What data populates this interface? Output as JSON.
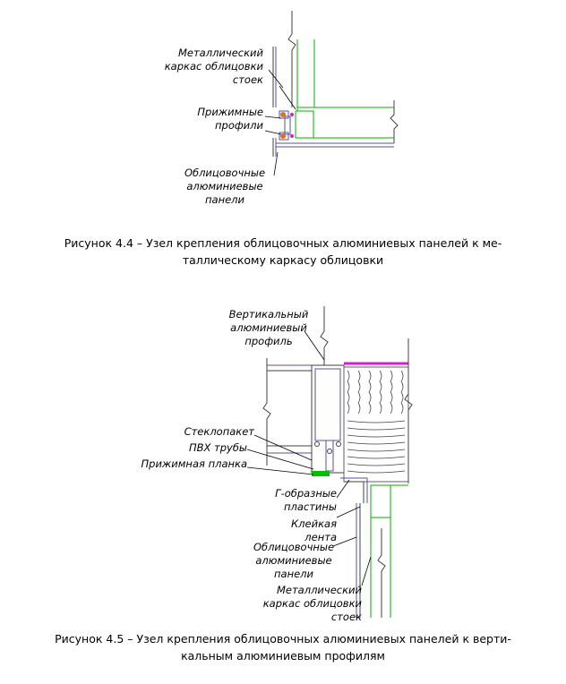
{
  "figure1": {
    "labels": {
      "frame": [
        "Металлический",
        "каркас облицовки",
        "стоек"
      ],
      "clamp": [
        "Прижимные",
        "профили"
      ],
      "panels": [
        "Облицовочные",
        "алюминиевые",
        "панели"
      ]
    },
    "caption": [
      "Рисунок 4.4 – Узел крепления облицовочных алюминиевых панелей к ме-",
      "таллическому каркасу облицовки"
    ]
  },
  "figure2": {
    "labels": {
      "vertical_profile": [
        "Вертикальный",
        "алюминиевый",
        "профиль"
      ],
      "glazing": "Стеклопакет",
      "pvc": "ПВХ трубы",
      "clamp_bar": "Прижимная планка",
      "l_plates": [
        "Г-образные",
        "пластины"
      ],
      "tape": [
        "Клейкая",
        "лента"
      ],
      "panels": [
        "Облицовочные",
        "алюминиевые",
        "панели"
      ],
      "frame": [
        "Металлический",
        "каркас облицовки",
        "стоек"
      ]
    },
    "caption": [
      "Рисунок 4.5 – Узел крепления облицовочных алюминиевых панелей к верти-",
      "кальным алюминиевым профилям"
    ]
  },
  "colors": {
    "frame": "#00b000",
    "panel": "#5050a0",
    "insulation": "#606060",
    "seal": "#d020d0",
    "fastener": "#e07020",
    "leader": "#000000"
  }
}
